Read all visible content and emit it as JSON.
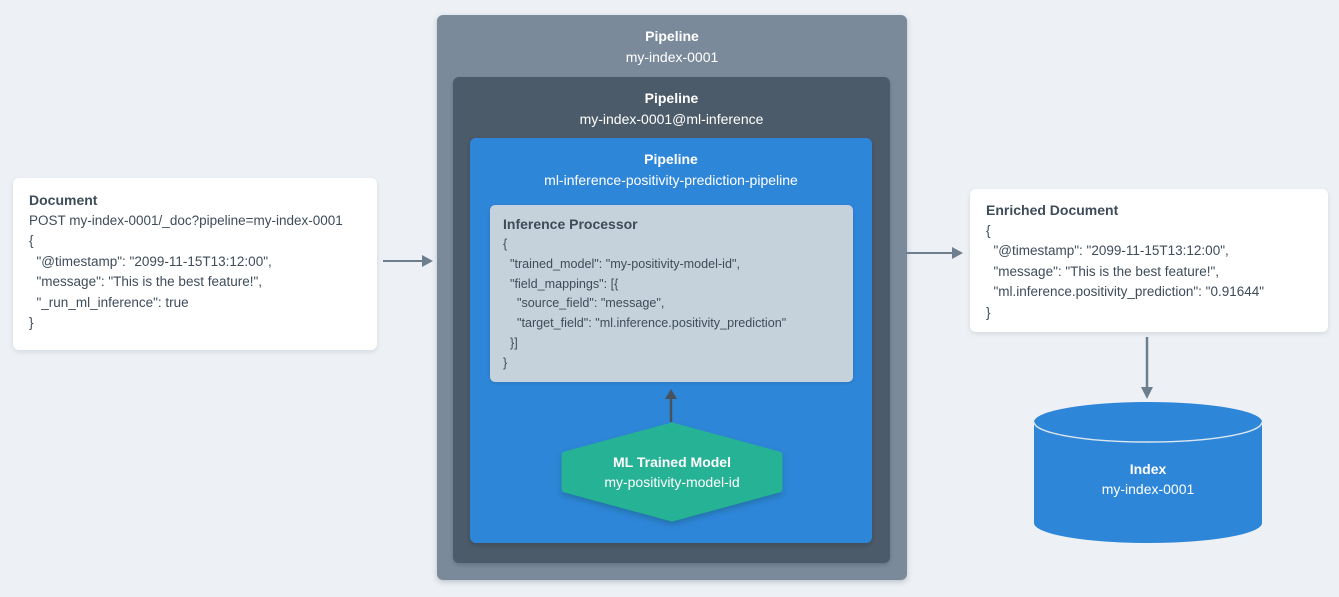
{
  "colors": {
    "background": "#edf1f5",
    "outer_pipeline": "#7b8a9b",
    "ml_pipeline": "#4c5b69",
    "inference_pipeline": "#2e86d9",
    "processor_box": "#c6d2db",
    "model_hexagon": "#26b294",
    "index_cylinder": "#2e86d9",
    "text_dark": "#3e4c5a",
    "arrow_gray": "#6d7e8e",
    "arrow_dark": "#47525c"
  },
  "document_card": {
    "title": "Document",
    "lines": [
      "POST my-index-0001/_doc?pipeline=my-index-0001",
      "{",
      "  \"@timestamp\": \"2099-11-15T13:12:00\",",
      "  \"message\": \"This is the best feature!\",",
      "  \"_run_ml_inference\": true",
      "}"
    ]
  },
  "outer_pipeline": {
    "label": "Pipeline",
    "name": "my-index-0001"
  },
  "ml_pipeline": {
    "label": "Pipeline",
    "name": "my-index-0001@ml-inference"
  },
  "inference_pipeline": {
    "label": "Pipeline",
    "name": "ml-inference-positivity-prediction-pipeline"
  },
  "inference_processor": {
    "title": "Inference Processor",
    "lines": [
      "{",
      "  \"trained_model\": \"my-positivity-model-id\",",
      "  \"field_mappings\": [{",
      "    \"source_field\": \"message\",",
      "    \"target_field\": \"ml.inference.positivity_prediction\"",
      "  }]",
      "}"
    ]
  },
  "trained_model": {
    "title": "ML Trained Model",
    "name": "my-positivity-model-id"
  },
  "enriched_card": {
    "title": "Enriched Document",
    "lines": [
      "{",
      "  \"@timestamp\": \"2099-11-15T13:12:00\",",
      "  \"message\": \"This is the best feature!\",",
      "  \"ml.inference.positivity_prediction\": \"0.91644\"",
      "}"
    ]
  },
  "index_store": {
    "title": "Index",
    "name": "my-index-0001"
  }
}
